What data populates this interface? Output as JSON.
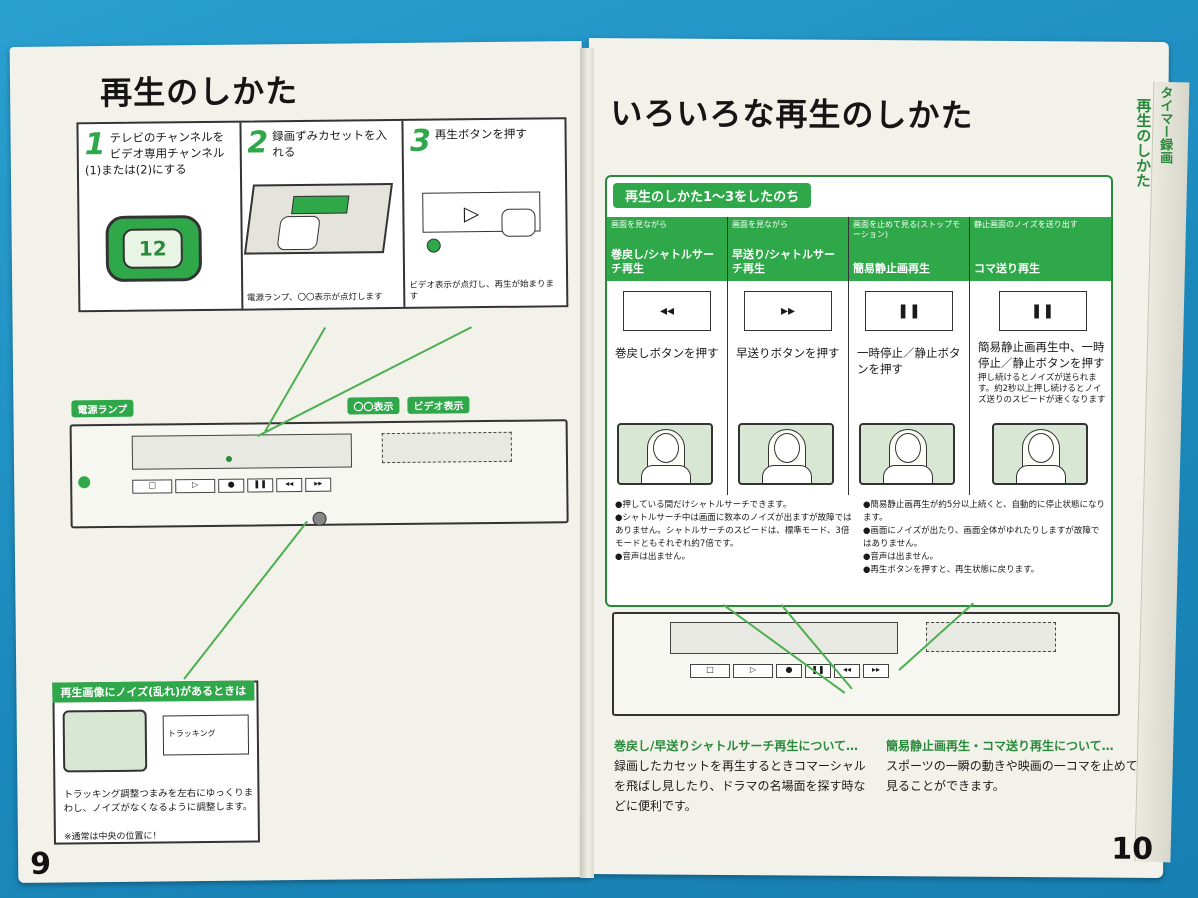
{
  "left_page": {
    "title": "再生のしかた",
    "page_number": "9",
    "steps": [
      {
        "num": "1",
        "text": "テレビのチャンネルをビデオ専用チャンネル(1)または(2)にする",
        "note": ""
      },
      {
        "num": "2",
        "text": "録画ずみカセットを入れる",
        "note": "電源ランプ、〇〇表示が点灯します"
      },
      {
        "num": "3",
        "text": "再生ボタンを押す",
        "note": "ビデオ表示が点灯し、再生が始まります"
      }
    ],
    "labels": {
      "power_lamp": "電源ランプ",
      "cassette_display": "〇〇表示",
      "video_display": "ビデオ表示"
    },
    "tv_glyph": "12",
    "noise_box": {
      "title": "再生画像にノイズ(乱れ)があるときは",
      "tracking_label": "トラッキング",
      "body": "トラッキング調整つまみを左右にゆっくりまわし、ノイズがなくなるように調整します。",
      "note": "※通常は中央の位置に！"
    }
  },
  "right_page": {
    "title": "いろいろな再生のしかた",
    "page_number": "10",
    "side_tabs": [
      "再生のしかた",
      "タイマー録画"
    ],
    "box_header": "再生のしかた1〜3をしたのち",
    "columns": [
      {
        "small": "画面を見ながら",
        "big": "巻戻し/シャトルサーチ再生",
        "icon": "◂◂",
        "text": "巻戻しボタンを押す",
        "sub": ""
      },
      {
        "small": "画面を見ながら",
        "big": "早送り/シャトルサーチ再生",
        "icon": "▸▸",
        "text": "早送りボタンを押す",
        "sub": ""
      },
      {
        "small": "画面を止めて見る(ストップモーション)",
        "big": "簡易静止画再生",
        "icon": "❚❚",
        "text": "一時停止／静止ボタンを押す",
        "sub": ""
      },
      {
        "small": "静止画面のノイズを送り出す",
        "big": "コマ送り再生",
        "icon": "❚❚",
        "text": "簡易静止画再生中、一時停止／静止ボタンを押す",
        "sub": "押し続けるとノイズが送られます。約2秒以上押し続けるとノイズ送りのスピードが速くなります"
      }
    ],
    "notes_left": [
      "●押している間だけシャトルサーチできます。",
      "●シャトルサーチ中は画面に数本のノイズが出ますが故障ではありません。シャトルサーチのスピードは、標準モード、3倍モードともそれぞれ約7倍です。",
      "●音声は出ません。"
    ],
    "notes_right": [
      "●簡易静止画再生が約5分以上続くと、自動的に停止状態になります。",
      "●画面にノイズが出たり、画面全体がゆれたりしますが故障ではありません。",
      "●音声は出ません。",
      "●再生ボタンを押すと、再生状態に戻ります。"
    ],
    "bottom_left": {
      "head": "巻戻し/早送りシャトルサーチ再生について…",
      "body": "録画したカセットを再生するときコマーシャルを飛ばし見したり、ドラマの名場面を探す時などに便利です。"
    },
    "bottom_right": {
      "head": "簡易静止画再生・コマ送り再生について…",
      "body": "スポーツの一瞬の動きや映画の一コマを止めて見ることができます。"
    }
  }
}
